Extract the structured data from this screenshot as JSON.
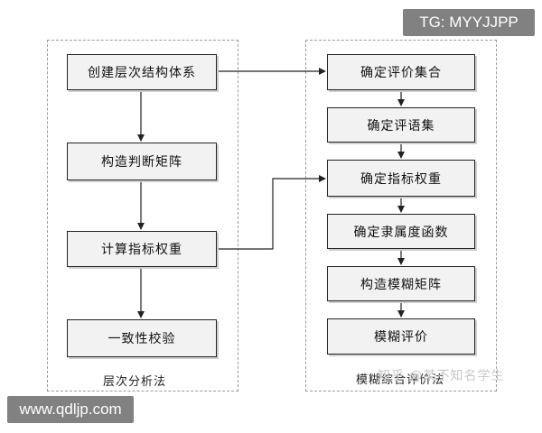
{
  "watermarks": {
    "top": "TG: MYYJJPP",
    "bottom": "www.qdljp.com",
    "zhihu": "知乎 @某不知名学生"
  },
  "left_group": {
    "label": "层次分析法",
    "nodes": [
      "创建层次结构体系",
      "构造判断矩阵",
      "计算指标权重",
      "一致性校验"
    ]
  },
  "right_group": {
    "label": "模糊综合评价法",
    "nodes": [
      "确定评价集合",
      "确定评语集",
      "确定指标权重",
      "确定隶属度函数",
      "构造模糊矩阵",
      "模糊评价"
    ]
  },
  "colors": {
    "node_fill": "#f2f2f2",
    "node_border": "#222222",
    "group_border": "#9a9a9a",
    "watermark_bg": "#777777"
  }
}
